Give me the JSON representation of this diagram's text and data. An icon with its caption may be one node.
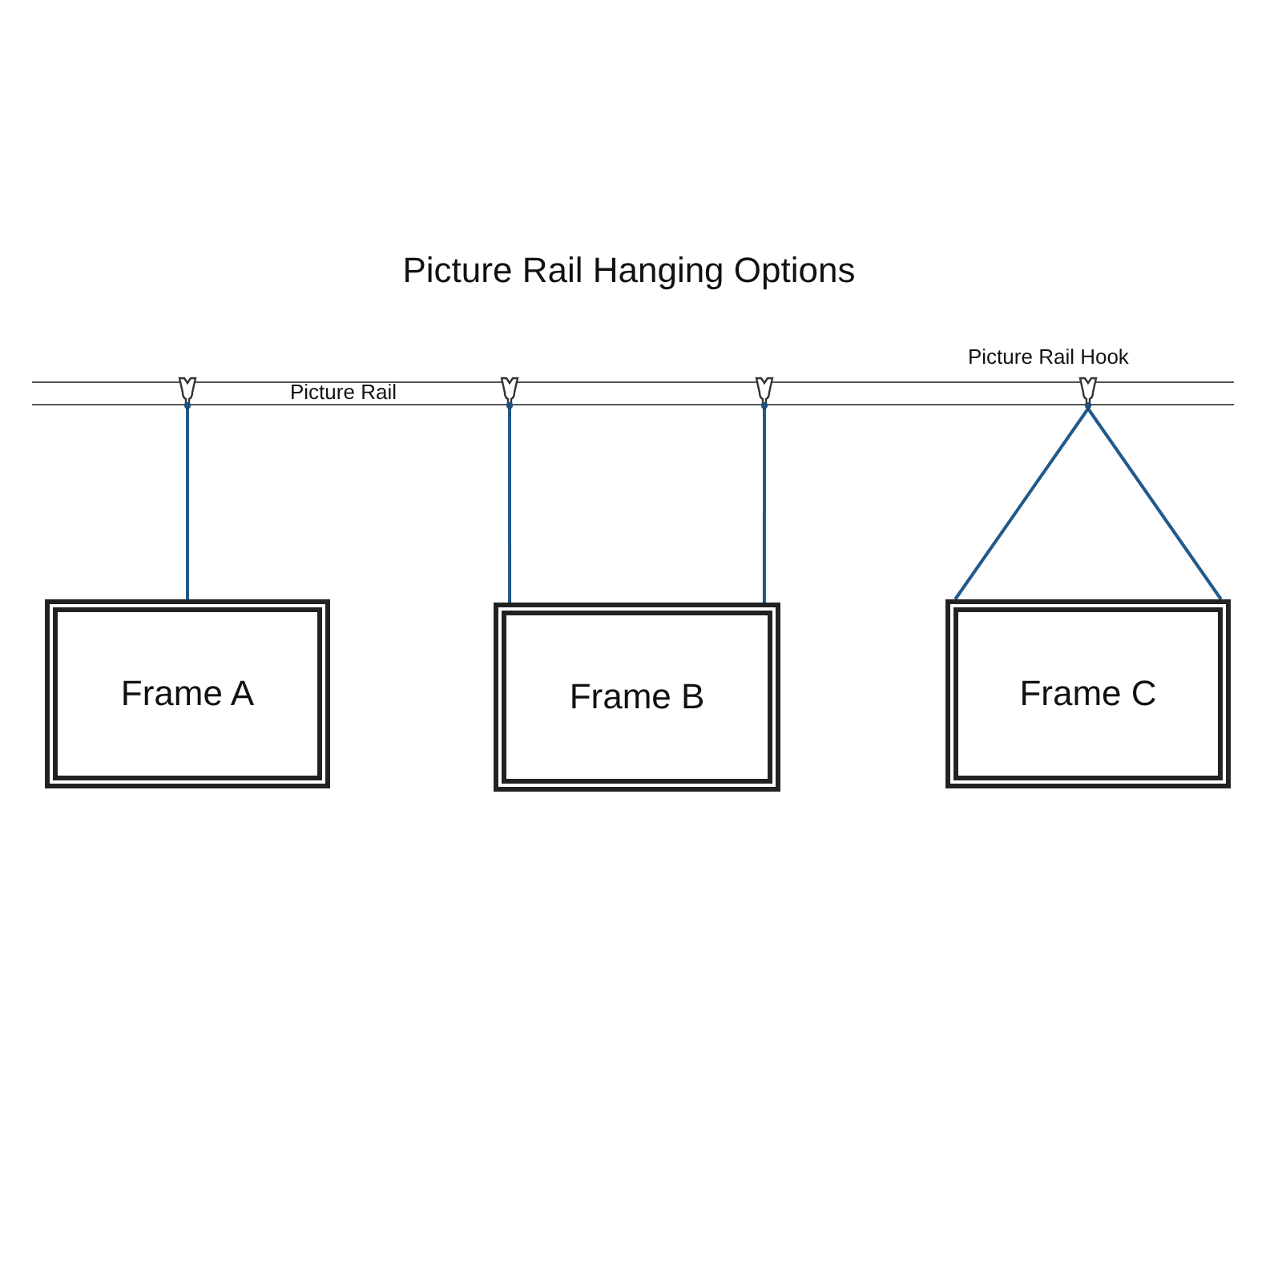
{
  "diagram": {
    "title": "Picture Rail Hanging Options",
    "nodes": [
      {
        "text": [
          "Picture Rail"
        ]
      },
      {
        "text": [],
        "shape": "hook",
        "in": 0
      },
      {
        "text": [],
        "shape": "hook",
        "in": 0
      },
      {
        "text": [],
        "shape": "hook",
        "in": 0
      },
      {
        "text": [],
        "shape": "hook",
        "in": 0
      },
      {
        "text": [
          "Frame A"
        ]
      },
      {
        "text": [
          "Frame B"
        ]
      },
      {
        "text": [
          "Frame C"
        ]
      }
    ],
    "edges": [
      {
        "from": 1,
        "to": 5,
        "arrow": "none"
      },
      {
        "from": 2,
        "to": 6,
        "arrow": "none"
      },
      {
        "from": 3,
        "to": 6,
        "arrow": "none"
      },
      {
        "from": 4,
        "to": 7,
        "arrow": "none"
      },
      {
        "from": 4,
        "to": 7,
        "arrow": "none"
      }
    ],
    "labels": [
      "Picture Rail Hook"
    ]
  }
}
